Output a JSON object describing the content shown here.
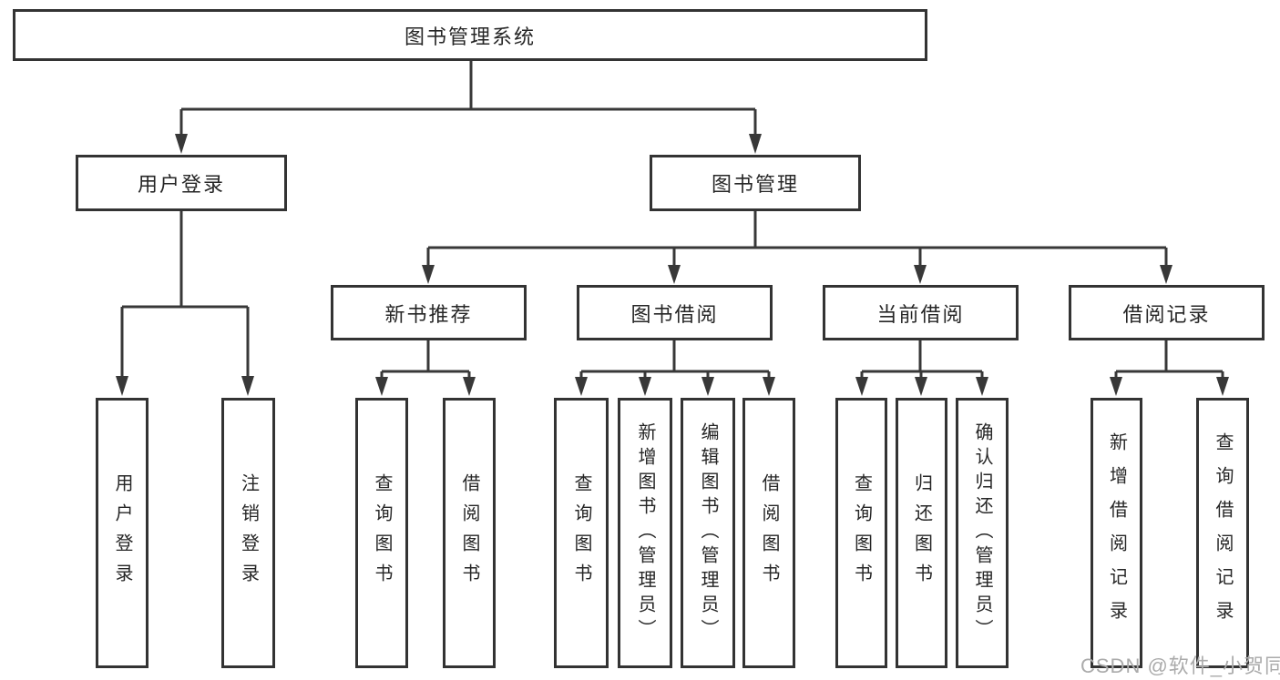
{
  "diagram": {
    "root": {
      "label": "图书管理系统"
    },
    "level2": [
      {
        "label": "用户登录"
      },
      {
        "label": "图书管理"
      }
    ],
    "level3": [
      {
        "label": "新书推荐"
      },
      {
        "label": "图书借阅"
      },
      {
        "label": "当前借阅"
      },
      {
        "label": "借阅记录"
      }
    ],
    "leaves": {
      "user_login": [
        {
          "label": "用户登录"
        },
        {
          "label": "注销登录"
        }
      ],
      "new_book": [
        {
          "label": "查询图书"
        },
        {
          "label": "借阅图书"
        }
      ],
      "book_borrow": [
        {
          "label": "查询图书"
        },
        {
          "label": "新增图书（管理员）"
        },
        {
          "label": "编辑图书（管理员）"
        },
        {
          "label": "借阅图书"
        }
      ],
      "current_borrow": [
        {
          "label": "查询图书"
        },
        {
          "label": "归还图书"
        },
        {
          "label": "确认归还（管理员）"
        }
      ],
      "borrow_record": [
        {
          "label": "新增借阅记录"
        },
        {
          "label": "查询借阅记录"
        }
      ]
    },
    "colors": {
      "line": "#383838",
      "box_border": "#333333",
      "text": "#262626",
      "watermark": "#ababab",
      "background": "#ffffff"
    }
  },
  "watermark": {
    "text": "CSDN @软件_小贺同学"
  }
}
